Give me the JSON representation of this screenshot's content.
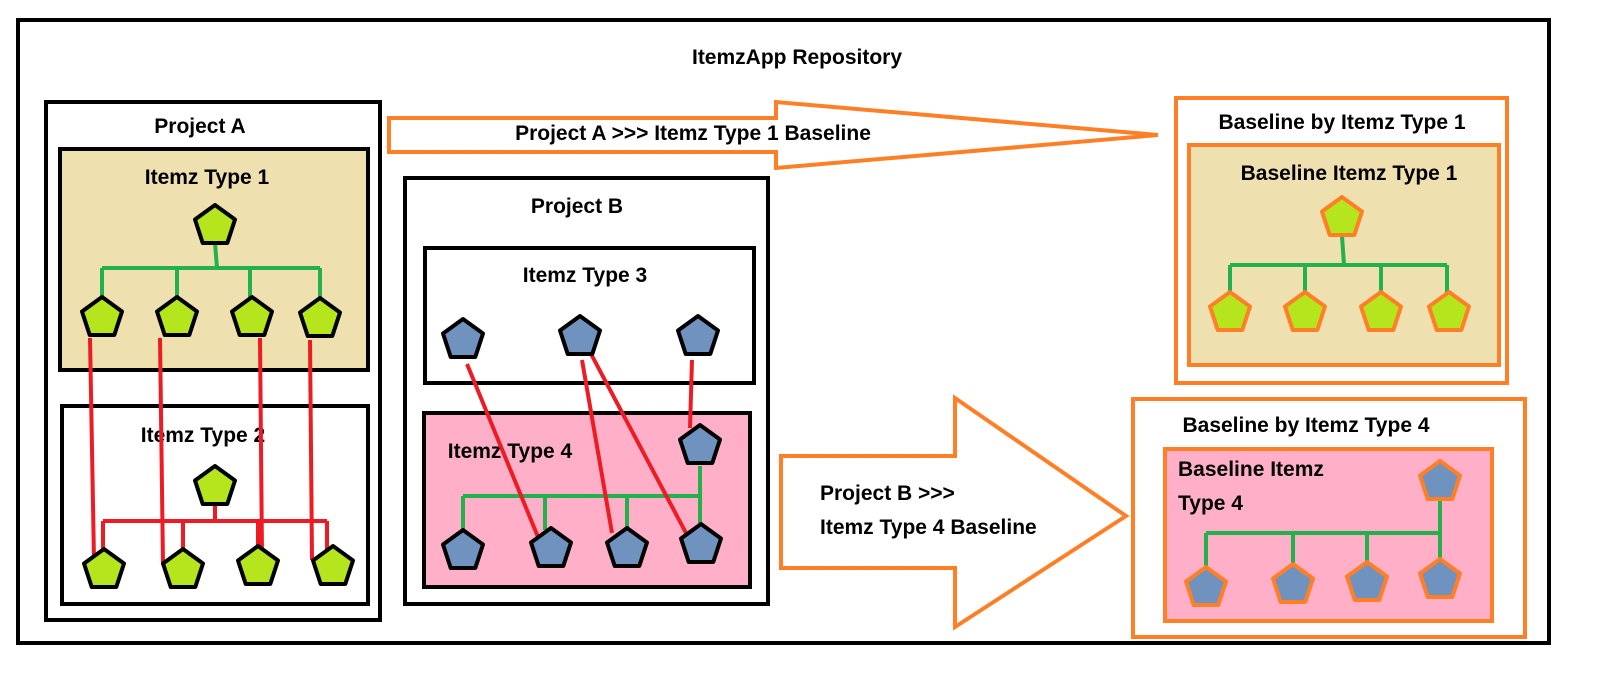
{
  "repository": {
    "title": "ItemzApp Repository"
  },
  "project_a": {
    "title": "Project A",
    "itemz_type_1": "Itemz Type 1",
    "itemz_type_2": "Itemz Type 2"
  },
  "project_b": {
    "title": "Project B",
    "itemz_type_3": "Itemz Type 3",
    "itemz_type_4": "Itemz Type 4"
  },
  "arrow_a": {
    "label": "Project A >>> Itemz Type 1 Baseline"
  },
  "arrow_b": {
    "label_line1": "Project B >>>",
    "label_line2": "Itemz Type 4 Baseline"
  },
  "baseline_type_1": {
    "title": "Baseline by Itemz Type 1",
    "inner_title": "Baseline Itemz Type 1"
  },
  "baseline_type_4": {
    "title": "Baseline by Itemz Type 4",
    "inner_title_line1": "Baseline Itemz",
    "inner_title_line2": "Type 4"
  },
  "colors": {
    "tan_fill": "#efe0b0",
    "pink_fill": "#ffb0c8",
    "green_node": "#b5e61d",
    "blue_node": "#7092be",
    "tree_line": "#22b14c",
    "trace_line": "#ed1c24",
    "baseline_border": "#ff7f27"
  }
}
